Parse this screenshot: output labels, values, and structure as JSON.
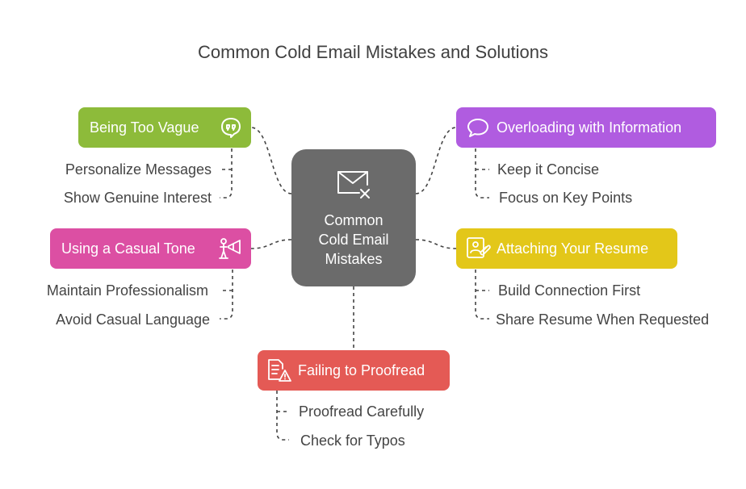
{
  "title": "Common Cold Email Mistakes and Solutions",
  "center": {
    "label_lines": [
      "Common",
      "Cold Email",
      "Mistakes"
    ],
    "icon": "email-x-icon"
  },
  "branches": [
    {
      "id": "vague",
      "label": "Being Too Vague",
      "color": "#8dbb3a",
      "icon": "quote-bubble-icon",
      "items": [
        "Personalize Messages",
        "Show Genuine Interest"
      ]
    },
    {
      "id": "overload",
      "label": "Overloading with Information",
      "color": "#b05ce0",
      "icon": "speech-bubble-icon",
      "items": [
        "Keep it Concise",
        "Focus on Key Points"
      ]
    },
    {
      "id": "casual",
      "label": "Using a Casual Tone",
      "color": "#dc4fa3",
      "icon": "megaphone-person-icon",
      "items": [
        "Maintain Professionalism",
        "Avoid Casual Language"
      ]
    },
    {
      "id": "resume",
      "label": "Attaching Your Resume",
      "color": "#e3c719",
      "icon": "resume-attachment-icon",
      "items": [
        "Build Connection First",
        "Share Resume When Requested"
      ]
    },
    {
      "id": "proofread",
      "label": "Failing to Proofread",
      "color": "#e45a55",
      "icon": "document-warning-icon",
      "items": [
        "Proofread Carefully",
        "Check for Typos"
      ]
    }
  ]
}
